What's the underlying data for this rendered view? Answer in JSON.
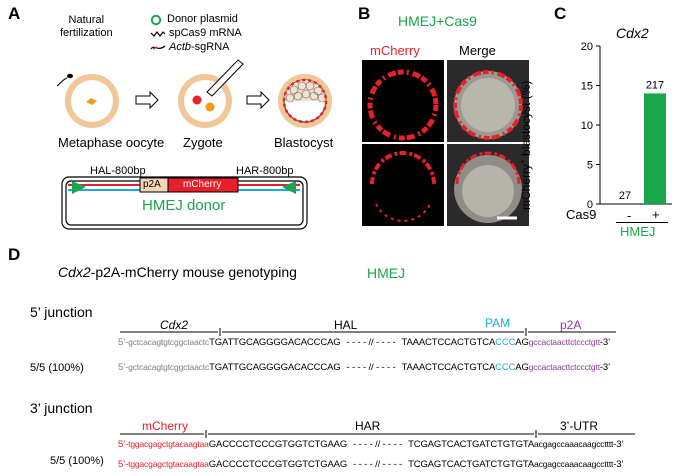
{
  "panels": {
    "A": "A",
    "B": "B",
    "C": "C",
    "D": "D"
  },
  "panelA": {
    "natural_fertilization": "Natural\nfertilization",
    "donor_plasmid": "Donor plasmid",
    "mrna": "spCas9 mRNA",
    "sgrna_gene": "Actb",
    "sgrna_suffix": "-sgRNA",
    "stage1": "Metaphase oocyte",
    "stage2": "Zygote",
    "stage3": "Blastocyst",
    "hal": "HAL-800bp",
    "har": "HAR-800bp",
    "p2a": "p2A",
    "mcherry": "mCherry",
    "donor_label": "HMEJ donor"
  },
  "panelB": {
    "title": "HMEJ+Cas9",
    "col1": "mCherry",
    "col2": "Merge"
  },
  "panelC": {
    "gene": "Cdx2",
    "ylabel_pre": "mCherry",
    "ylabel_sup": "+",
    "ylabel_post": " blastocyst (%)",
    "cas9_label": "Cas9",
    "cas9_minus": "-",
    "cas9_plus": "+",
    "group_label": "HMEJ",
    "colors": {
      "bar": "#1aa64a"
    }
  },
  "chart_data": {
    "type": "bar",
    "categories": [
      "-",
      "+"
    ],
    "values": [
      0,
      14
    ],
    "data_labels": [
      "27",
      "217"
    ],
    "title": "Cdx2",
    "xlabel": "Cas9",
    "ylabel": "mCherry+ blastocyst (%)",
    "ylim": [
      0,
      20
    ],
    "yticks": [
      0,
      5,
      10,
      15,
      20
    ]
  },
  "panelD": {
    "title_gene": "Cdx2",
    "title_rest": "-p2A-mCherry mouse genotyping",
    "hmej": "HMEJ",
    "junction5": "5’ junction",
    "junction3": "3’ junction",
    "hdr5": {
      "cdx2": "Cdx2",
      "hal": "HAL",
      "pam": "PAM",
      "p2a": "p2A"
    },
    "hdr3": {
      "mcherry": "mCherry",
      "har": "HAR",
      "utr": "3’-UTR"
    },
    "seq5": {
      "prefix": "5’-",
      "gray": "gctcacagtgtcggctaactc",
      "black1": "TGATTGCAGGGGACACCCAG",
      "gap": "- - - - // - - - -",
      "black2": "TAAACTCCACTGTCA",
      "cyan": "CCC",
      "black3": "AG",
      "purple": "gccactaacttctccctgtt",
      "suffix": "-3’"
    },
    "seq3": {
      "prefix": "5’-",
      "red": "tggacgagctgtacaagtaa",
      "black1": "GACCCCTCCCGTGGTCTGAAG",
      "gap": "- - - - // - - - -",
      "black2": "TCGAGTCACTGATCTGTGTA",
      "gray": "acgagccaaacaagcctttt",
      "suffix": "-3’"
    },
    "ratio5": "5/5 (100%)",
    "ratio3": "5/5 (100%)"
  }
}
